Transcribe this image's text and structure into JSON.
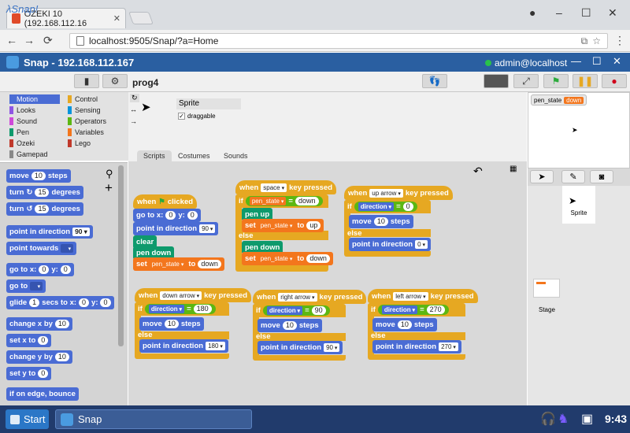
{
  "browser": {
    "tab_title": "OZEKI 10 (192.168.112.16",
    "url": "localhost:9505/Snap/?a=Home"
  },
  "app": {
    "title": "Snap - 192.168.112.167",
    "user": "admin@localhost"
  },
  "snap": {
    "logo": "λSnap!",
    "project": "prog4"
  },
  "categories": [
    {
      "label": "Motion",
      "color": "#4a6cd4"
    },
    {
      "label": "Control",
      "color": "#e6a822"
    },
    {
      "label": "Looks",
      "color": "#8f56e3"
    },
    {
      "label": "Sensing",
      "color": "#0494dc"
    },
    {
      "label": "Sound",
      "color": "#cf4ad9"
    },
    {
      "label": "Operators",
      "color": "#5cb712"
    },
    {
      "label": "Pen",
      "color": "#0e9a6c"
    },
    {
      "label": "Variables",
      "color": "#f3761d"
    },
    {
      "label": "Ozeki",
      "color": "#c0392b"
    },
    {
      "label": "Lego",
      "color": "#c0392b"
    },
    {
      "label": "Gamepad",
      "color": "#888888"
    }
  ],
  "palette": {
    "move": [
      "move",
      "10",
      "steps"
    ],
    "turn_cw": [
      "turn",
      "15",
      "degrees"
    ],
    "turn_ccw": [
      "turn",
      "15",
      "degrees"
    ],
    "point_dir": [
      "point in direction",
      "90"
    ],
    "point_towards": [
      "point towards",
      ""
    ],
    "goto_xy": [
      "go to x:",
      "0",
      "y:",
      "0"
    ],
    "goto": [
      "go to",
      ""
    ],
    "glide": [
      "glide",
      "1",
      "secs to x:",
      "0",
      "y:",
      "0"
    ],
    "change_x": [
      "change x by",
      "10"
    ],
    "set_x": [
      "set x to",
      "0"
    ],
    "change_y": [
      "change y by",
      "10"
    ],
    "set_y": [
      "set y to",
      "0"
    ],
    "edge": "if on edge, bounce"
  },
  "sprite": {
    "name": "Sprite",
    "draggable": "draggable"
  },
  "tabs": [
    "Scripts",
    "Costumes",
    "Sounds"
  ],
  "scripts": {
    "green_flag": {
      "when": "when",
      "clicked": "clicked",
      "goto": "go to x:",
      "x": "0",
      "y_lbl": "y:",
      "y": "0",
      "point": "point in direction",
      "dir": "90",
      "clear": "clear",
      "pendown": "pen down",
      "set": "set",
      "var": "pen_state",
      "to": "to",
      "val": "down"
    },
    "space": {
      "when": "when",
      "key": "space",
      "pressed": "key pressed",
      "if": "if",
      "var": "pen_state",
      "eq": "=",
      "val": "down",
      "penup": "pen up",
      "set": "set",
      "to": "to",
      "v_up": "up",
      "else": "else",
      "pendown": "pen down",
      "v_down": "down"
    },
    "up": {
      "when": "when",
      "key": "up arrow",
      "pressed": "key pressed",
      "if": "if",
      "rep": "direction",
      "eq": "=",
      "val": "0",
      "move": "move",
      "steps": "10",
      "steps_lbl": "steps",
      "else": "else",
      "point": "point in direction",
      "dir": "0"
    },
    "down": {
      "when": "when",
      "key": "down arrow",
      "pressed": "key pressed",
      "if": "if",
      "rep": "direction",
      "eq": "=",
      "val": "180",
      "move": "move",
      "steps": "10",
      "steps_lbl": "steps",
      "else": "else",
      "point": "point in direction",
      "dir": "180"
    },
    "right": {
      "when": "when",
      "key": "right arrow",
      "pressed": "key pressed",
      "if": "if",
      "rep": "direction",
      "eq": "=",
      "val": "90",
      "move": "move",
      "steps": "10",
      "steps_lbl": "steps",
      "else": "else",
      "point": "point in direction",
      "dir": "90"
    },
    "left": {
      "when": "when",
      "key": "left arrow",
      "pressed": "key pressed",
      "if": "if",
      "rep": "direction",
      "eq": "=",
      "val": "270",
      "move": "move",
      "steps": "10",
      "steps_lbl": "steps",
      "else": "else",
      "point": "point in direction",
      "dir": "270"
    }
  },
  "stage": {
    "watcher_name": "pen_state",
    "watcher_value": "down",
    "sprite_label": "Sprite",
    "stage_label": "Stage"
  },
  "taskbar": {
    "start": "Start",
    "app": "Snap",
    "clock": "9:43"
  }
}
